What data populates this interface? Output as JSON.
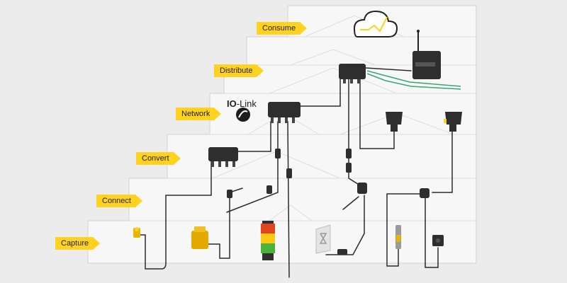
{
  "stages": [
    {
      "id": "consume",
      "label": "Consume"
    },
    {
      "id": "distribute",
      "label": "Distribute"
    },
    {
      "id": "network",
      "label": "Network"
    },
    {
      "id": "convert",
      "label": "Convert"
    },
    {
      "id": "connect",
      "label": "Connect"
    },
    {
      "id": "capture",
      "label": "Capture"
    }
  ],
  "iolink": {
    "brand": "IO",
    "rest": "-Link"
  },
  "colors": {
    "accent": "#ffd21f",
    "cable": "#2b2b2b",
    "ethernet": "#3aa57a",
    "wall": "#f7f7f7",
    "background": "#ececec"
  },
  "icons": [
    "cloud-icon",
    "gateway-icon",
    "io-link-icon",
    "ethernet-switch-icon",
    "io-link-master-icon",
    "hub-icon",
    "stack-light-icon",
    "sensor-icon",
    "indicator-light-icon",
    "splitter-icon"
  ]
}
